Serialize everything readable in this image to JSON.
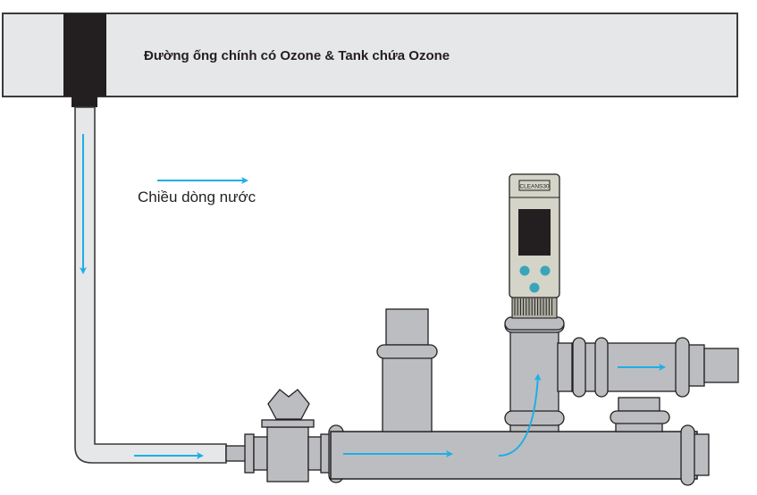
{
  "main_pipe": {
    "label": "Đường ống chính có Ozone & Tank chứa Ozone"
  },
  "legend": {
    "label": "Chiều dòng nước",
    "icon": "arrow-right-icon"
  },
  "sensor": {
    "brand_label": "CLEANS30",
    "buttons": [
      "left-button",
      "right-button",
      "bottom-button"
    ]
  },
  "colors": {
    "pipe_fill": "#bcbdc0",
    "main_pipe_fill": "#e6e7e8",
    "outline": "#231f20",
    "flow_arrow": "#1eaee6",
    "sensor_body": "#d4d4c8",
    "sensor_button": "#3aa5b8",
    "sensor_screen": "#231f20"
  }
}
